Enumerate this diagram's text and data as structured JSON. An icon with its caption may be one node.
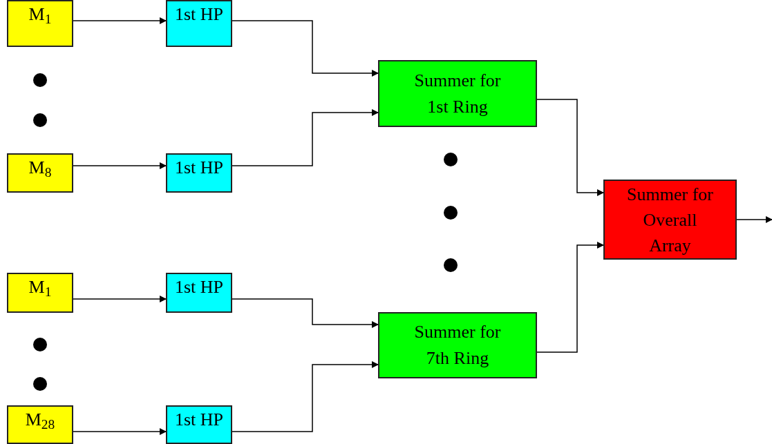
{
  "diagram": {
    "nodes": [
      {
        "text": [
          "M$_{1}$"
        ]
      },
      {
        "text": [
          "1st HP"
        ]
      },
      {
        "text": [
          "M$_{8}$"
        ]
      },
      {
        "text": [
          "1st HP"
        ]
      },
      {
        "text": [
          "M$_{1}$"
        ]
      },
      {
        "text": [
          "1st HP"
        ]
      },
      {
        "text": [
          "M$_{28}$"
        ]
      },
      {
        "text": [
          "1st HP"
        ]
      },
      {
        "text": [
          "Summer for 1st Ring"
        ]
      },
      {
        "text": [
          "Summer for 7th Ring"
        ]
      },
      {
        "text": [
          "Summer for Overall Array"
        ]
      }
    ],
    "edges": [
      {
        "from": 0,
        "to": 1,
        "arrow": "to"
      },
      {
        "from": 2,
        "to": 3,
        "arrow": "to"
      },
      {
        "from": 4,
        "to": 5,
        "arrow": "to"
      },
      {
        "from": 6,
        "to": 7,
        "arrow": "to"
      },
      {
        "from": 1,
        "to": 8,
        "arrow": "to"
      },
      {
        "from": 3,
        "to": 8,
        "arrow": "to"
      },
      {
        "from": 5,
        "to": 9,
        "arrow": "to"
      },
      {
        "from": 7,
        "to": 9,
        "arrow": "to"
      },
      {
        "from": 8,
        "to": 10,
        "arrow": "to"
      },
      {
        "from": 9,
        "to": 10,
        "arrow": "to"
      },
      {
        "from": 10,
        "to": null,
        "arrow": "to"
      }
    ]
  }
}
